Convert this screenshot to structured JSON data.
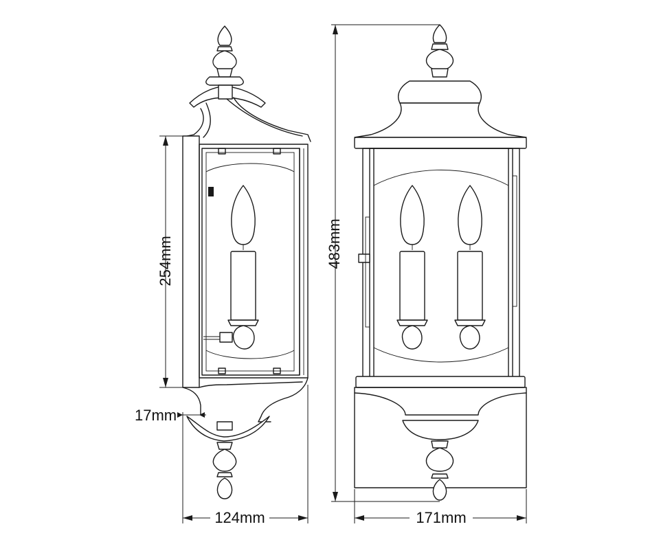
{
  "dimensions": {
    "side_glass_height": "254mm",
    "wall_gap": "17mm",
    "side_depth": "124mm",
    "overall_height": "483mm",
    "front_width": "171mm"
  }
}
